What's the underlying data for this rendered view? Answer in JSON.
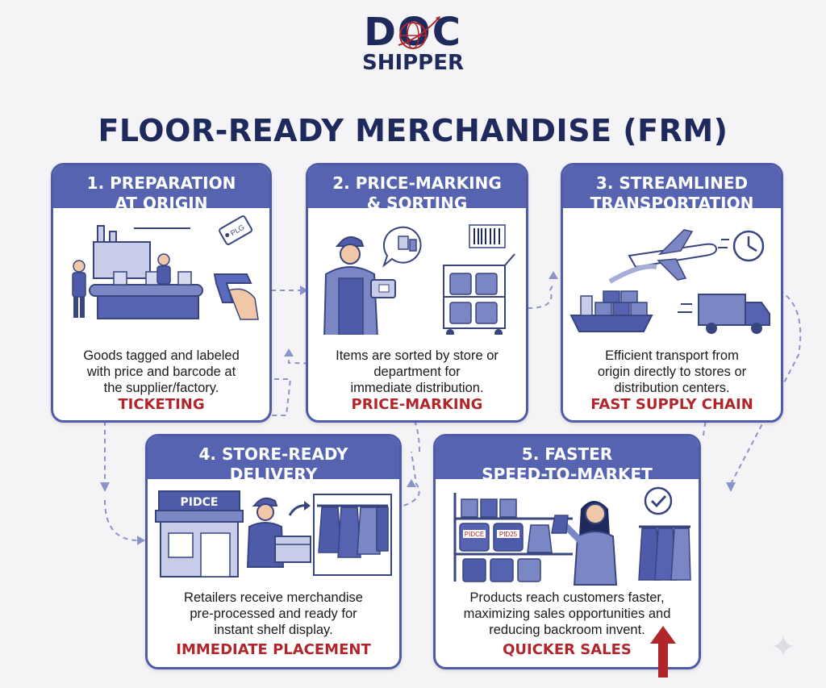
{
  "logo": {
    "line1": "DOC",
    "line2": "SHIPPER"
  },
  "title": "FLOOR-READY MERCHANDISE (FRM)",
  "steps": [
    {
      "title_line1": "1. PREPARATION",
      "title_line2": "AT ORIGIN",
      "desc_lines": [
        "Goods tagged and labeled",
        "with price and barcode at",
        "the supplier/factory."
      ],
      "tag": "TICKETING",
      "illus_text": "PLG"
    },
    {
      "title_line1": "2. PRICE-MARKING",
      "title_line2": "& SORTING",
      "desc_lines": [
        "Items are sorted by store or",
        "department for",
        "immediate distribution."
      ],
      "tag": "PRICE-MARKING"
    },
    {
      "title_line1": "3. STREAMLINED",
      "title_line2": "TRANSPORTATION",
      "desc_lines": [
        "Efficient transport from",
        "origin directly to stores or",
        "distribution centers."
      ],
      "tag": "FAST SUPPLY CHAIN"
    },
    {
      "title_line1": "4. STORE-READY",
      "title_line2": "DELIVERY",
      "desc_lines": [
        "Retailers receive merchandise",
        "pre-processed and ready for",
        "instant shelf display."
      ],
      "tag": "IMMEDIATE PLACEMENT",
      "illus_text": "PIDCE"
    },
    {
      "title_line1": "5. FASTER",
      "title_line2": "SPEED-TO-MARKET",
      "desc_lines": [
        "Products reach customers faster,",
        "maximizing sales opportunities and",
        "reducing backroom invent."
      ],
      "tag": "QUICKER SALES",
      "illus_text_1": "PIDCE",
      "illus_text_2": "PID25"
    }
  ],
  "colors": {
    "navy": "#1f2a5c",
    "accent": "#5563b0",
    "red": "#b0262b"
  }
}
